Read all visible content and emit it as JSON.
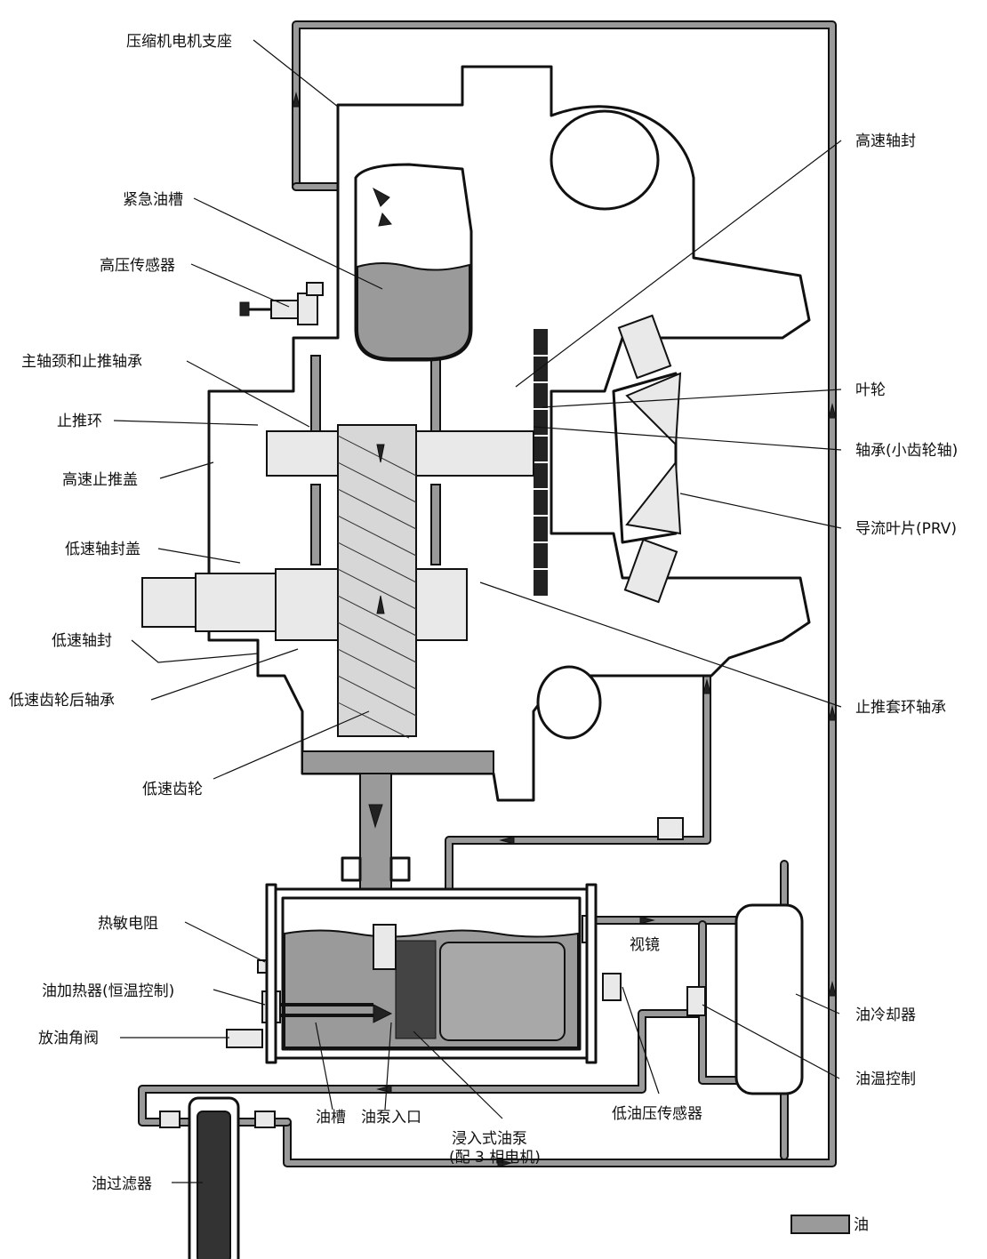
{
  "diagram": {
    "labels": {
      "motor_support": "压缩机电机支座",
      "high_speed_seal": "高速轴封",
      "emergency_tank": "紧急油槽",
      "high_pressure_sensor": "高压传感器",
      "main_journal_thrust": "主轴颈和止推轴承",
      "impeller": "叶轮",
      "thrust_ring": "止推环",
      "pinion_bearing": "轴承(小齿轮轴)",
      "high_speed_thrust_cover": "高速止推盖",
      "guide_vanes": "导流叶片(PRV)",
      "low_speed_seal_cover": "低速轴封盖",
      "low_speed_seal": "低速轴封",
      "low_speed_gear_rear_bearing": "低速齿轮后轴承",
      "thrust_collar_bearing": "止推套环轴承",
      "low_speed_gear": "低速齿轮",
      "thermistor": "热敏电阻",
      "sight_glass": "视镜",
      "oil_heater": "油加热器(恒温控制)",
      "oil_cooler": "油冷却器",
      "drain_valve": "放油角阀",
      "oil_temp_control": "油温控制",
      "oil_sump": "油槽",
      "pump_inlet": "油泵入口",
      "low_oil_pressure_sensor": "低油压传感器",
      "submerged_pump_line1": "浸入式油泵",
      "submerged_pump_line2": "(配 3 相电机)",
      "oil_filter": "油过滤器"
    },
    "legend": {
      "oil_label": "油",
      "oil_color": "#9a9a9a"
    }
  }
}
